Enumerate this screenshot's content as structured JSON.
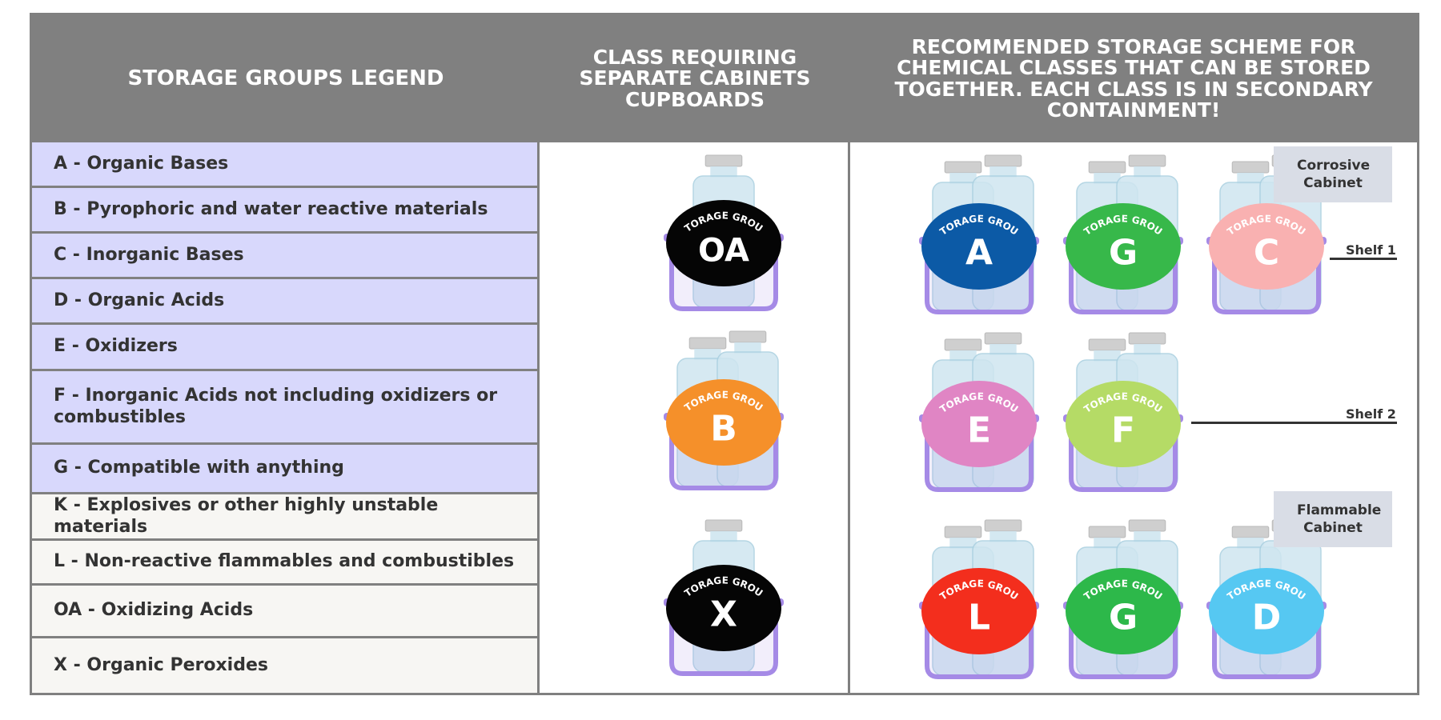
{
  "headers": {
    "legend": "STORAGE GROUPS LEGEND",
    "separate": "CLASS REQUIRING SEPARATE CABINETS CUPBOARDS",
    "scheme": "RECOMMENDED STORAGE SCHEME FOR CHEMICAL CLASSES THAT CAN BE STORED TOGETHER. EACH CLASS IS IN SECONDARY CONTAINMENT!"
  },
  "legend": [
    {
      "text": "A - Organic Bases",
      "color": "#d8d8fc"
    },
    {
      "text": "B - Pyrophoric and water reactive materials",
      "color": "#d8d8fc"
    },
    {
      "text": "C - Inorganic Bases",
      "color": "#d8d8fc"
    },
    {
      "text": "D - Organic Acids",
      "color": "#d8d8fc"
    },
    {
      "text": "E - Oxidizers",
      "color": "#d8d8fc"
    },
    {
      "text": "F - Inorganic Acids not including oxidizers or combustibles",
      "color": "#d8d8fc"
    },
    {
      "text": "G - Compatible with anything",
      "color": "#d8d8fc"
    },
    {
      "text": "K - Explosives or other highly unstable materials",
      "color": "#f7f6f3"
    },
    {
      "text": "L - Non-reactive flammables and combustibles",
      "color": "#f7f6f3"
    },
    {
      "text": "OA - Oxidizing Acids",
      "color": "#f7f6f3"
    },
    {
      "text": "X - Organic Peroxides",
      "color": "#f7f6f3"
    }
  ],
  "badge_caption": "STORAGE GROUP",
  "separate_groups": [
    {
      "letter": "OA",
      "color": "#050505",
      "caption_color": "#ffffff"
    },
    {
      "letter": "B",
      "color": "#f5902a",
      "caption_color": "#ffffff"
    },
    {
      "letter": "X",
      "color": "#050505",
      "caption_color": "#ffffff"
    }
  ],
  "scheme_groups": [
    {
      "letter": "A",
      "color": "#0c5aa6"
    },
    {
      "letter": "G",
      "color": "#37b84a"
    },
    {
      "letter": "C",
      "color": "#f9b1b1"
    },
    {
      "letter": "E",
      "color": "#e085c4"
    },
    {
      "letter": "F",
      "color": "#b5db66"
    },
    {
      "letter": "L",
      "color": "#f32e1d"
    },
    {
      "letter": "G",
      "color": "#2db84a"
    },
    {
      "letter": "D",
      "color": "#56c8f2"
    }
  ],
  "notes": {
    "corrosive": "Corrosive Cabinet",
    "flammable": "Flammable Cabinet"
  },
  "shelves": {
    "shelf1": "Shelf 1",
    "shelf2": "Shelf 2"
  },
  "colors": {
    "header_bg": "#808080",
    "tray": "#a58ae6",
    "bottle": "#cfe6f0",
    "cap": "#cfcfcf"
  }
}
